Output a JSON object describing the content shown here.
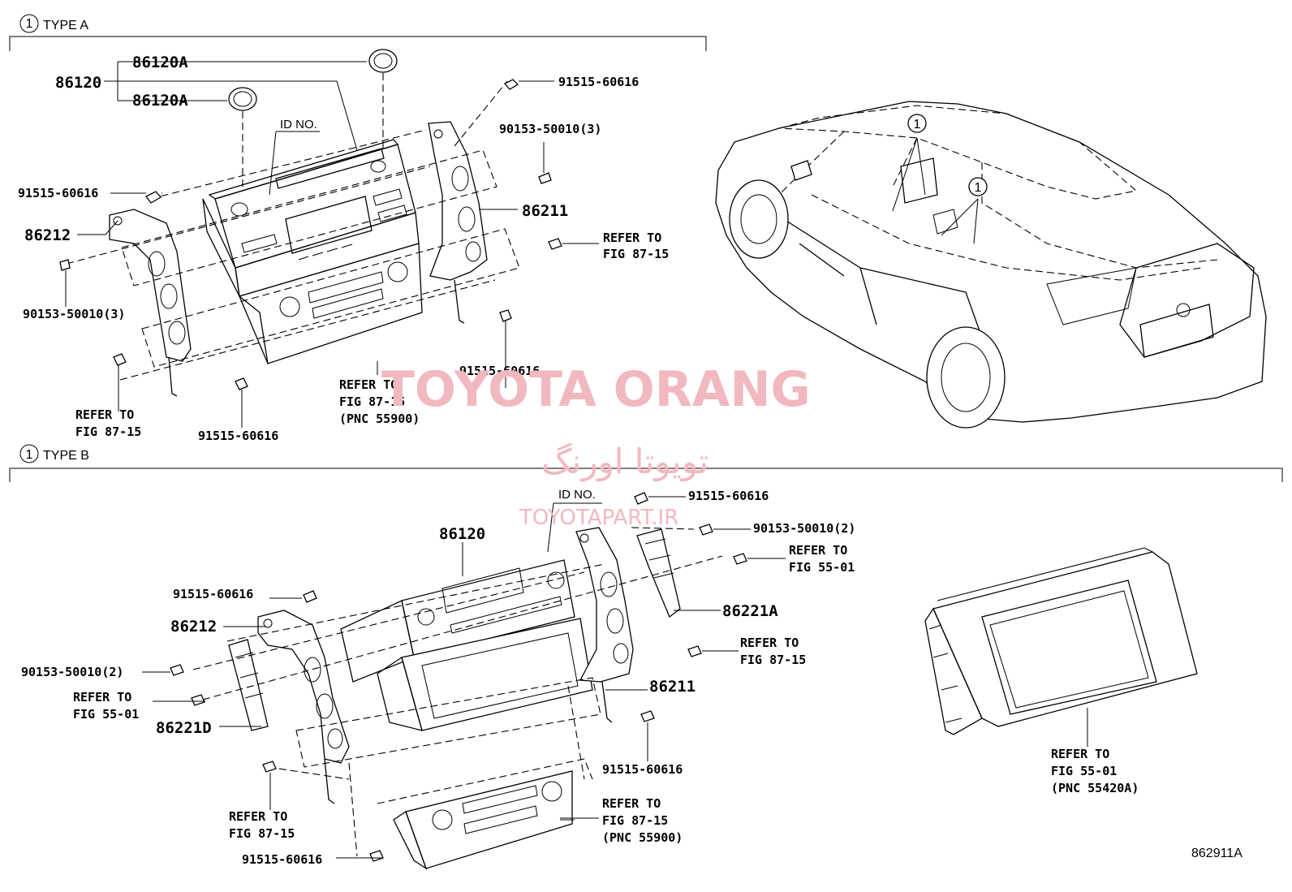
{
  "section_a": {
    "marker": "1",
    "title": "TYPE A"
  },
  "section_b": {
    "marker": "1",
    "title": "TYPE B"
  },
  "type_a": {
    "p86120": "86120",
    "p86120a_top": "86120A",
    "p86120a_bot": "86120A",
    "id_no": "ID NO.",
    "bolt_top": "91515-60616",
    "bolt_left": "91515-60616",
    "p86212": "86212",
    "screw_left": "90153-50010(3)",
    "refer_left_1": "REFER TO",
    "refer_left_2": "FIG 87-15",
    "bolt_bottom": "91515-60616",
    "refer_mid_1": "REFER TO",
    "refer_mid_2": "FIG 87-15",
    "refer_mid_3": "(PNC 55900)",
    "bolt_right_low": "91515-60616",
    "screw_right": "90153-50010(3)",
    "p86211": "86211",
    "refer_right_1": "REFER TO",
    "refer_right_2": "FIG 87-15"
  },
  "car": {
    "marker": "1"
  },
  "type_b": {
    "id_no": "ID NO.",
    "bolt_top": "91515-60616",
    "screw_top": "90153-50010(2)",
    "refer_5501_1": "REFER TO",
    "refer_5501_2": "FIG 55-01",
    "p86221a": "86221A",
    "refer_8715_r1": "REFER TO",
    "refer_8715_r2": "FIG 87-15",
    "p86211": "86211",
    "bolt_right_low": "91515-60616",
    "p86120": "86120",
    "bolt_left": "91515-60616",
    "p86212": "86212",
    "screw_left": "90153-50010(2)",
    "refer_left_1": "REFER TO",
    "refer_left_2": "FIG 55-01",
    "p86221d": "86221D",
    "refer_bl_1": "REFER TO",
    "refer_bl_2": "FIG 87-15",
    "bolt_bottom": "91515-60616",
    "refer_bm_1": "REFER TO",
    "refer_bm_2": "FIG 87-15",
    "refer_bm_3": "(PNC 55900)",
    "refer_disp_1": "REFER TO",
    "refer_disp_2": "FIG 55-01",
    "refer_disp_3": "(PNC 55420A)"
  },
  "figure_id": "862911A",
  "watermark": {
    "brand": "TOYOTA ORANG",
    "brand_fa": "تویوتا اورنگ",
    "site": "TOYOTAPART.IR",
    "color": "#f2b8bf"
  }
}
